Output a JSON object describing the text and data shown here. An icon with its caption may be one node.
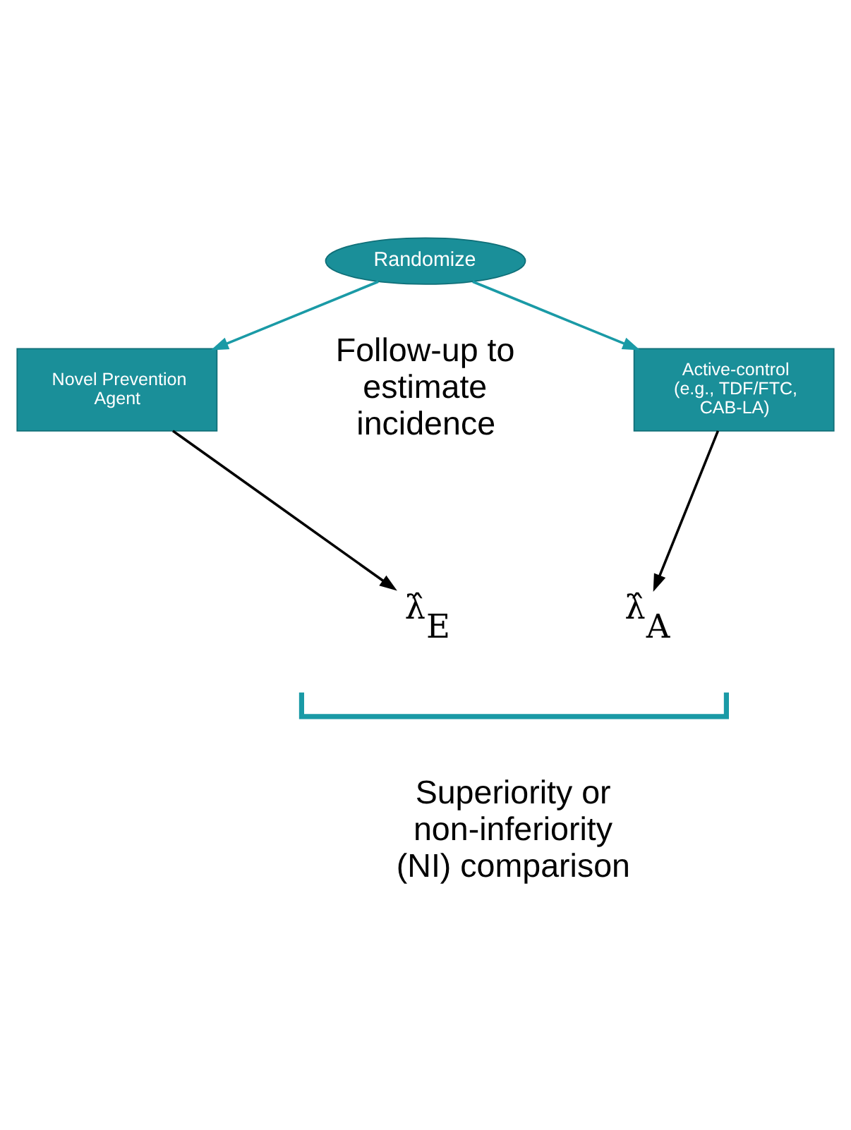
{
  "diagram": {
    "nodes": [
      {
        "text": [
          "Randomize"
        ]
      },
      {
        "text": [
          "Novel Prevention Agent"
        ]
      },
      {
        "text": [
          "Active-control (e.g., TDF/FTC, CAB-LA)"
        ]
      },
      {
        "text": [
          "λ̂$_{E}$"
        ]
      },
      {
        "text": [
          "λ̂$_{A}$"
        ]
      }
    ],
    "edges": [
      {
        "from": 0,
        "to": 1,
        "arrow": "to",
        "color": "#1a9aa6"
      },
      {
        "from": 0,
        "to": 2,
        "arrow": "to",
        "color": "#1a9aa6"
      },
      {
        "from": 1,
        "to": 3,
        "arrow": "to",
        "color": "#000000"
      },
      {
        "from": 2,
        "to": 4,
        "arrow": "to",
        "color": "#000000"
      }
    ],
    "labels": [
      "Follow-up to estimate incidence",
      "Superiority or non-inferiority (NI) comparison"
    ]
  }
}
